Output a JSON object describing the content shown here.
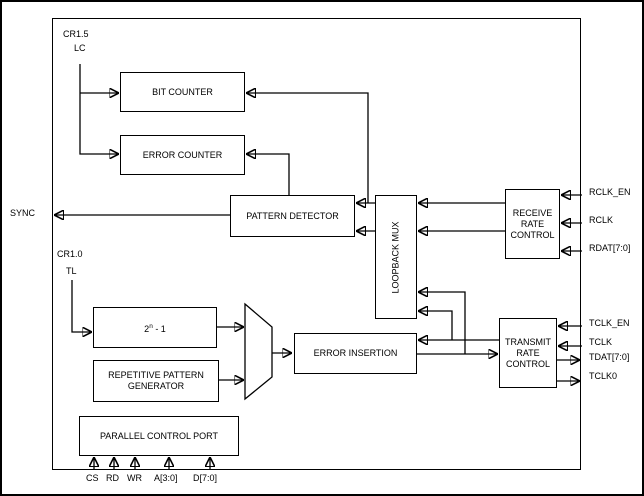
{
  "diagram": {
    "blocks": {
      "bit_counter": {
        "label": "BIT COUNTER"
      },
      "error_counter": {
        "label": "ERROR COUNTER"
      },
      "pattern_detector": {
        "label": "PATTERN DETECTOR"
      },
      "loopback_mux": {
        "label": "LOOPBACK MUX"
      },
      "receive_rate_control": {
        "label": "RECEIVE RATE CONTROL"
      },
      "transmit_rate_control": {
        "label": "TRANSMIT RATE CONTROL"
      },
      "pattern_length": {
        "base": "2",
        "sup": "n",
        "rest": " - 1"
      },
      "repetitive_pattern_generator": {
        "label": "REPETITIVE PATTERN GENERATOR"
      },
      "error_insertion": {
        "label": "ERROR INSERTION"
      },
      "parallel_control_port": {
        "label": "PARALLEL CONTROL PORT"
      }
    },
    "control_labels": {
      "cr15": "CR1.5",
      "lc": "LC",
      "cr10": "CR1.0",
      "tl": "TL"
    },
    "pins": {
      "left": [
        "SYNC"
      ],
      "right_receive": [
        "RCLK_EN",
        "RCLK",
        "RDAT[7:0]"
      ],
      "right_transmit": [
        "TCLK_EN",
        "TCLK",
        "TDAT[7:0]",
        "TCLK0"
      ],
      "bottom": [
        "CS",
        "RD",
        "WR",
        "A[3:0]",
        "D[7:0]"
      ]
    },
    "colors": {
      "line": "#000000",
      "background": "#ffffff",
      "text": "#000000"
    }
  }
}
